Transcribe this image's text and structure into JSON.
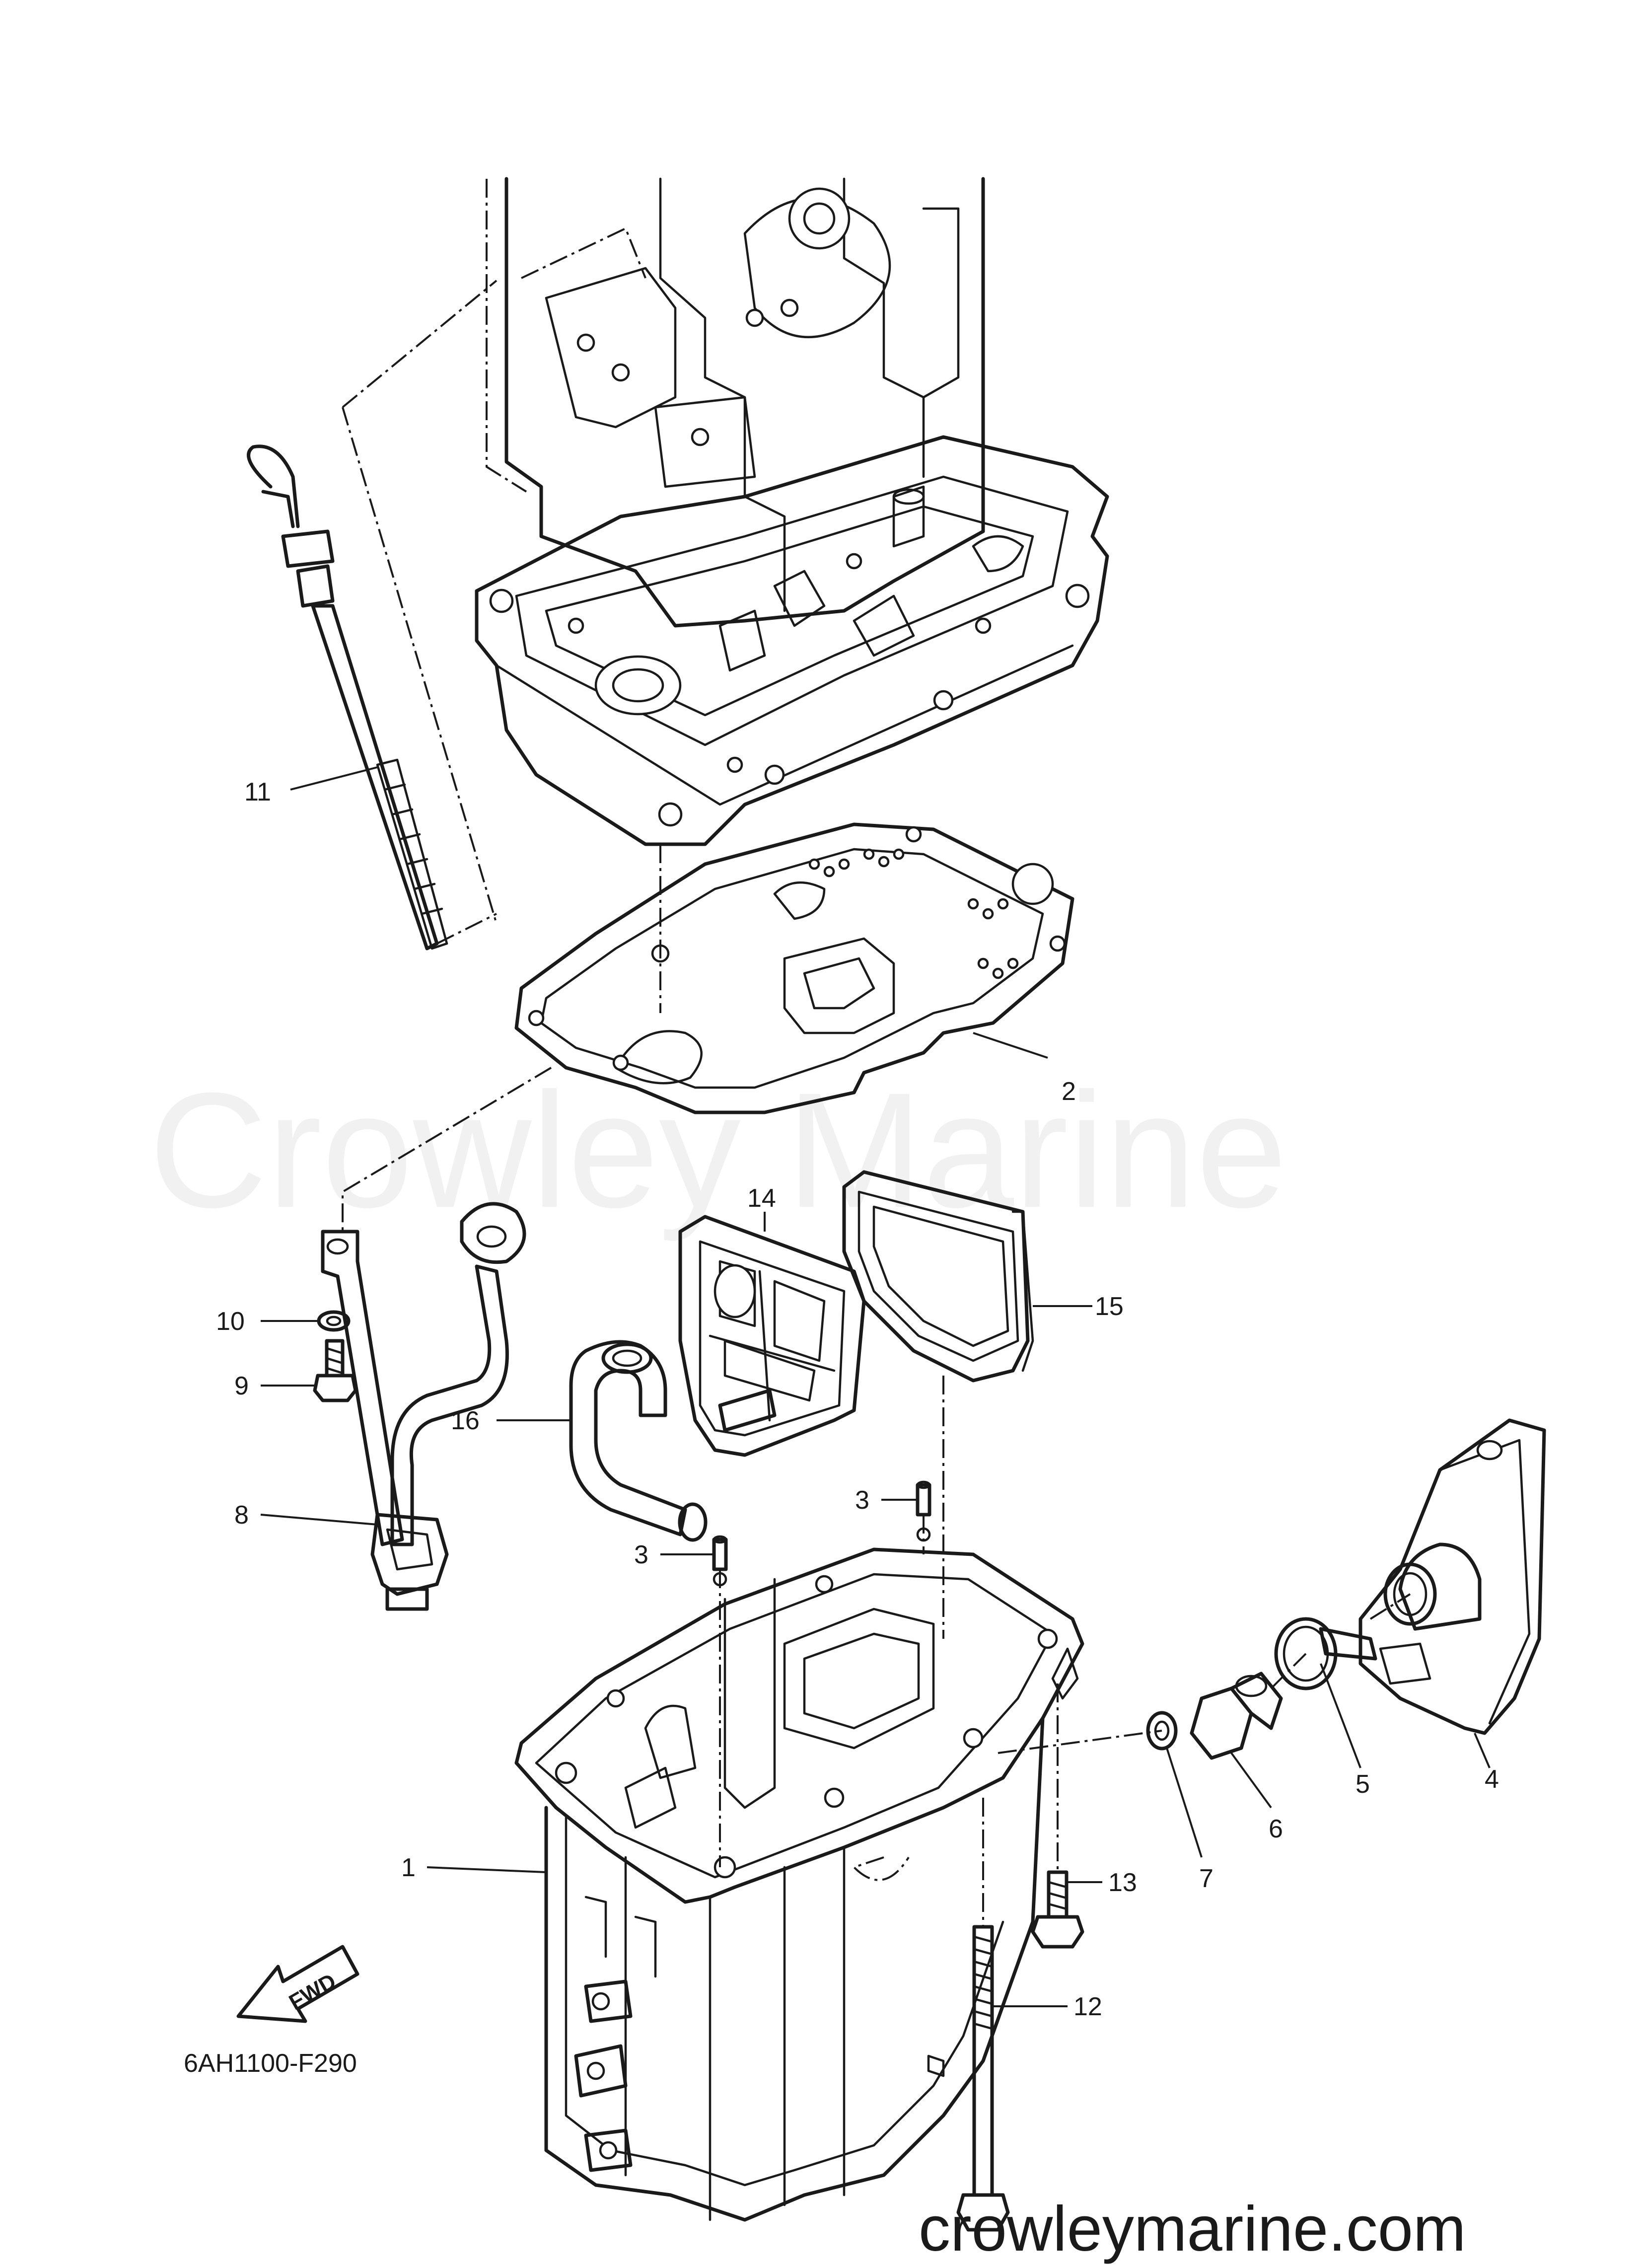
{
  "watermark": "Crowley Marine",
  "site_url": "crowleymarine.com",
  "diagram_code": "6AH1100-F290",
  "fwd_label": "FWD",
  "callouts": {
    "c1": "1",
    "c2": "2",
    "c3a": "3",
    "c3b": "3",
    "c4": "4",
    "c5": "5",
    "c6": "6",
    "c7": "7",
    "c8": "8",
    "c9": "9",
    "c10": "10",
    "c11": "11",
    "c12": "12",
    "c13": "13",
    "c14": "14",
    "c15": "15",
    "c16": "16"
  }
}
